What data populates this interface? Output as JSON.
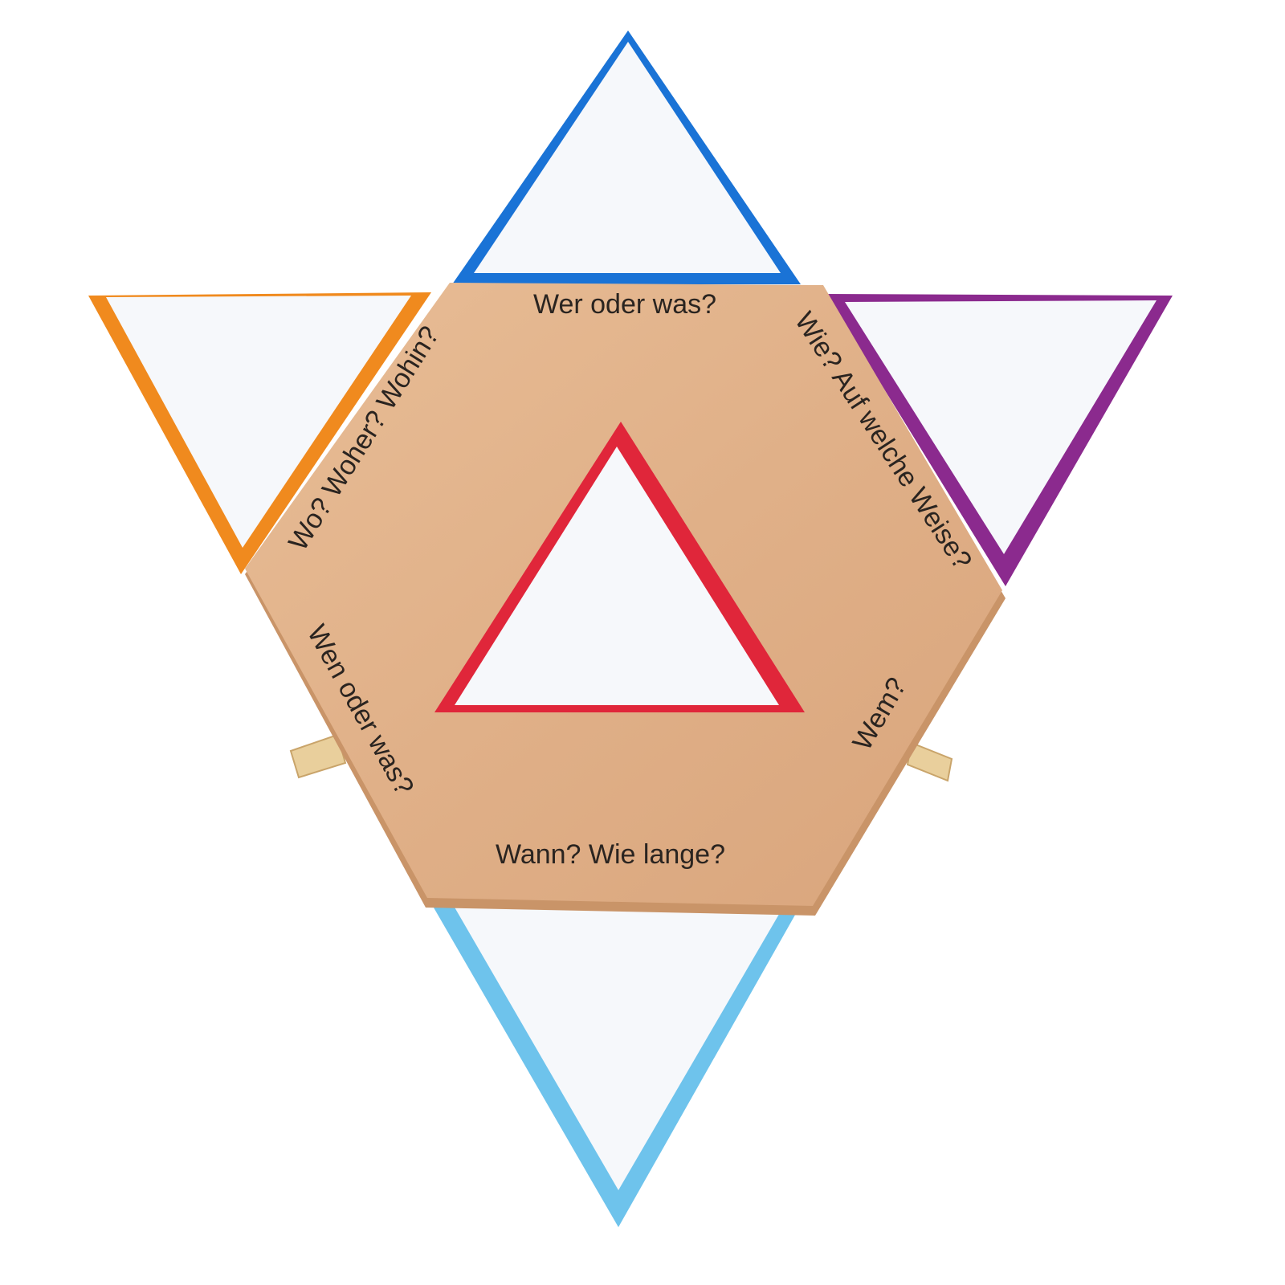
{
  "labels": {
    "top": "Wer oder was?",
    "upper_right": "Wie? Auf welche Weise?",
    "lower_right": "Wem?",
    "bottom": "Wann? Wie lange?",
    "lower_left": "Wen oder was?",
    "upper_left": "Wo? Woher? Wohin?"
  },
  "colors": {
    "wood": "#e2b48c",
    "top_triangle": "#1a73d6",
    "left_triangle": "#f08a1e",
    "right_triangle": "#8b2a8e",
    "bottom_triangle": "#6ec3ec",
    "center_triangle": "#e0263a",
    "card_white": "#f6f8fb"
  }
}
